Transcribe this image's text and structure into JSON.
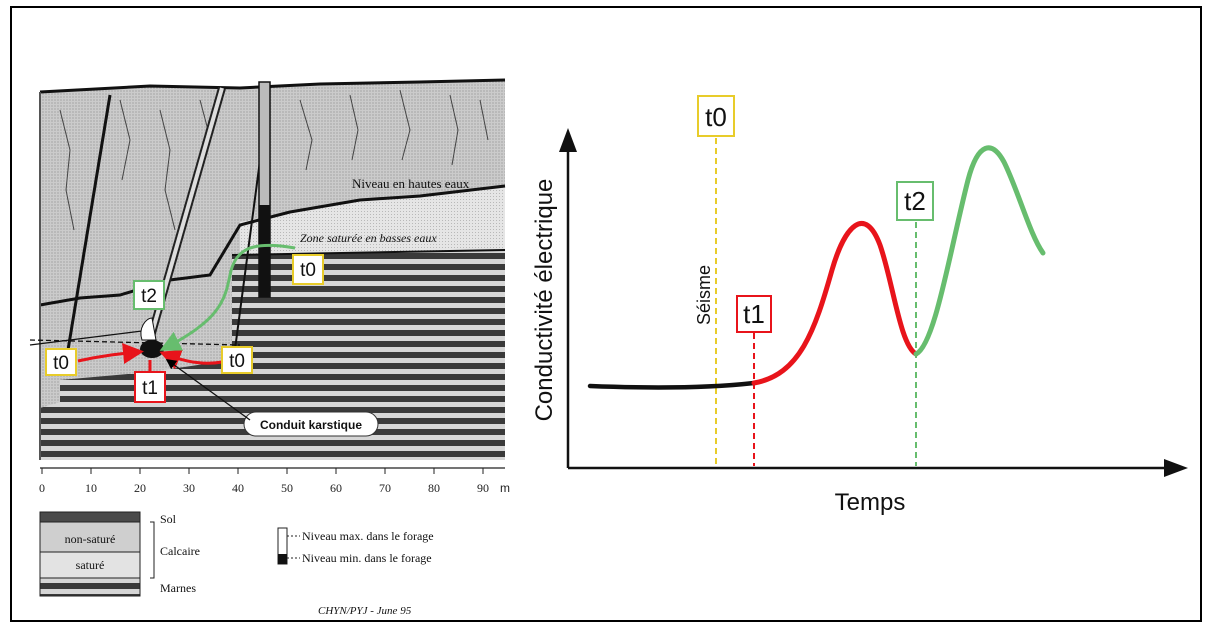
{
  "colors": {
    "black": "#000000",
    "red": "#e8141b",
    "green": "#67bd6e",
    "yellow": "#e8cc2a",
    "calcaire_light": "#cfcfcf",
    "calcaire_sat": "#e2e2e2",
    "marne_dark": "#3c3c3c"
  },
  "section": {
    "label_hautes_eaux": "Niveau en hautes eaux",
    "label_basses_eaux": "Zone saturée en basses eaux",
    "conduit_label": "Conduit karstique",
    "axis_ticks": [
      "0",
      "10",
      "20",
      "30",
      "40",
      "50",
      "60",
      "70",
      "80",
      "90"
    ],
    "axis_unit": "m",
    "credit": "CHYN/PYJ - June 95",
    "markers": {
      "t0_left": "t0",
      "t0_right": "t0",
      "t0_top": "t0",
      "t1": "t1",
      "t2": "t2"
    }
  },
  "legend": {
    "sol": "Sol",
    "non_sature": "non-saturé",
    "sature": "saturé",
    "calcaire": "Calcaire",
    "marnes": "Marnes",
    "forage_max": "Niveau max. dans le forage",
    "forage_min": "Niveau min. dans le forage"
  },
  "graph": {
    "ylabel": "Conductivité électrique",
    "xlabel": "Temps",
    "event_label": "Séisme",
    "t0": "t0",
    "t1": "t1",
    "t2": "t2"
  }
}
